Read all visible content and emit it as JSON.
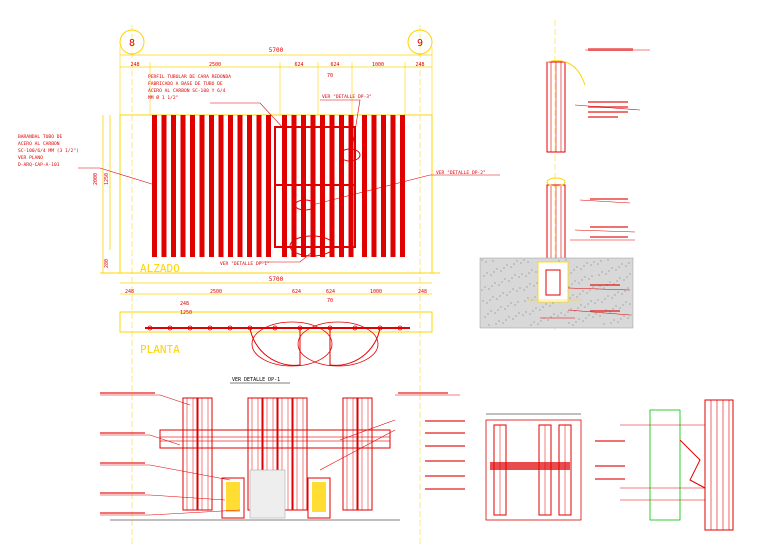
{
  "views": {
    "alzado_title": "ALZADO",
    "planta_title": "PLANTA",
    "ver_detalle_dp1": "VER DETALLE DP-1",
    "ver_detalle_dp1_top": "VER \"DETALLE DP-1\"",
    "ver_detalle_dp3": "VER \"DETALLE DP-3\"",
    "ver_detalle_dp2": "VER \"DETALLE DP-2\""
  },
  "grid_axes": {
    "left": "8",
    "right": "9"
  },
  "dimensions": {
    "total_top": "5700",
    "total_planta": "5700",
    "top_segments": [
      "248",
      "2500",
      "624",
      "624",
      "1000",
      "248"
    ],
    "top_sub": "70",
    "planta_segments": [
      "248",
      "2500",
      "624",
      "624",
      "1000",
      "248"
    ],
    "planta_sub": "70",
    "planta_inner": "248",
    "planta_inner2": "1250",
    "height_main": "2000",
    "height_sub": "280",
    "height_inner": "1250"
  },
  "notes": {
    "tubular_1": "PERFIL TUBULAR DE CARA REDONDA",
    "tubular_2": "FABRICADO A BASE DE TUBO DE",
    "tubular_3": "ACERO AL CARBON SC-100 Y 6/4",
    "tubular_4": "MM Ø 1 1/2\"",
    "left_1": "BARANDAL TUBO DE",
    "left_2": "ACERO AL CARBON",
    "left_3": "SC-100/6/4 MM (3 1/2\")",
    "left_4": "VER PLANO",
    "left_5": "D-ARQ-CAP-A-101"
  }
}
